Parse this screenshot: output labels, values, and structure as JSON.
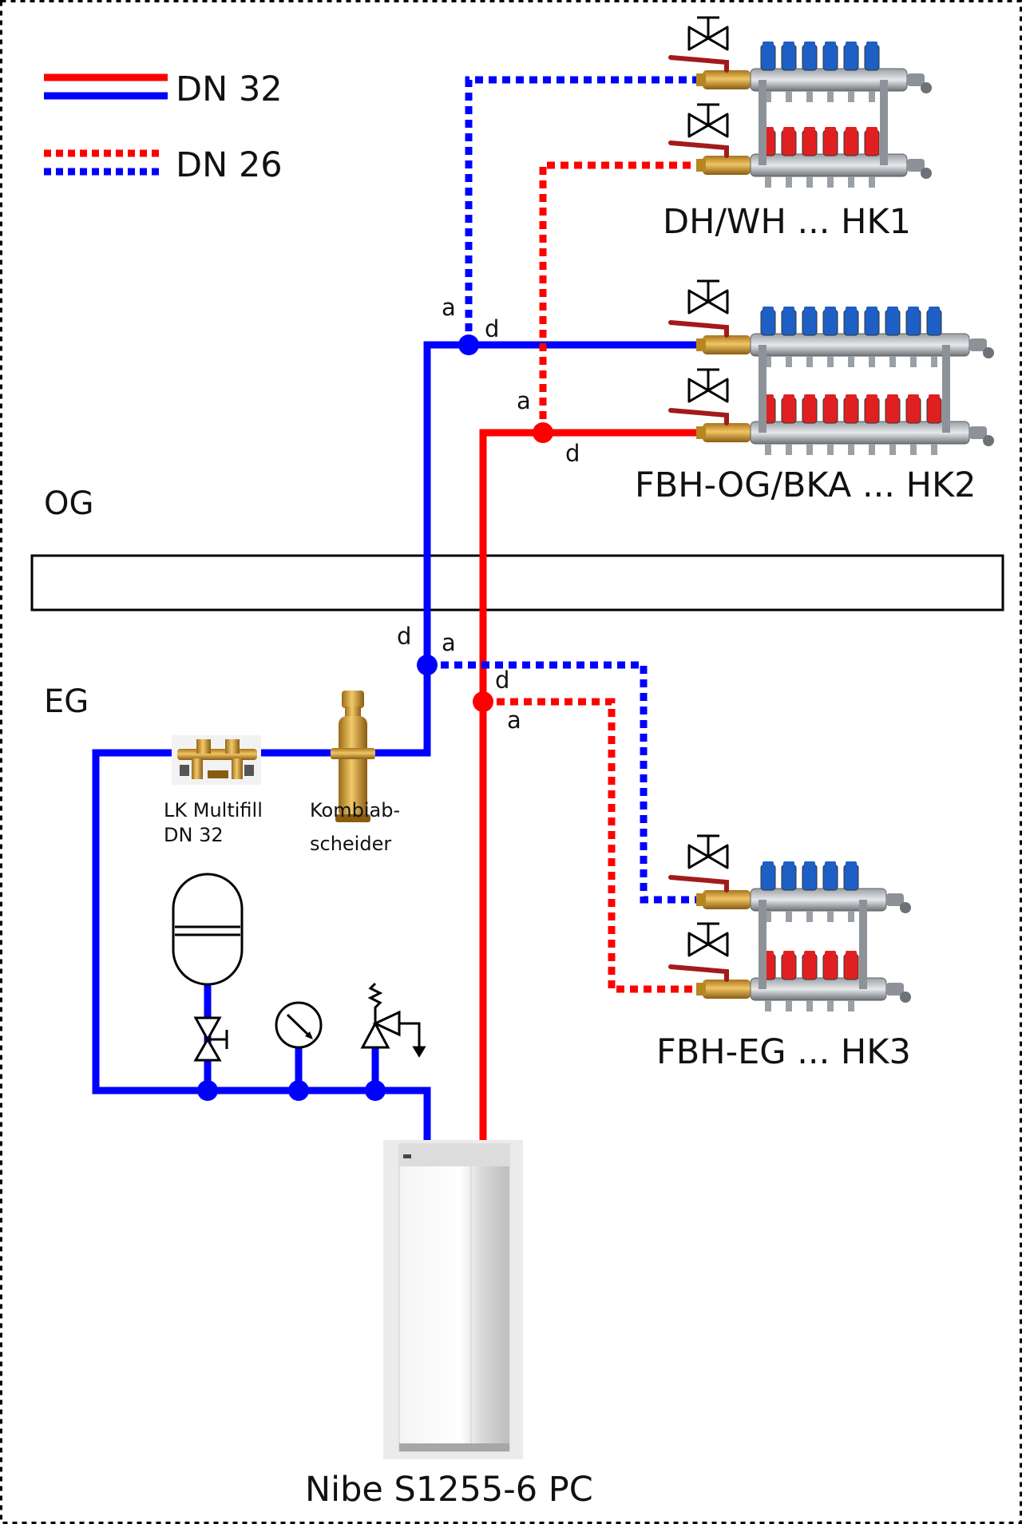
{
  "colors": {
    "supply": "#ff0000",
    "return": "#0000ff",
    "brass": "#c8952a",
    "steel": "#7a7f86"
  },
  "legend": {
    "solid": "DN 32",
    "dotted": "DN 26"
  },
  "floors": {
    "upper": "OG",
    "lower": "EG"
  },
  "circuits": {
    "hk1": "DH/WH ... HK1",
    "hk2": "FBH-OG/BKA ... HK2",
    "hk3": "FBH-EG ... HK3"
  },
  "junction_labels": {
    "a": "a",
    "d": "d"
  },
  "components": {
    "multifill_line1": "LK Multifill",
    "multifill_line2": "DN 32",
    "separator_line1": "Kombiab-",
    "separator_line2": "scheider",
    "heat_pump": "Nibe S1255-6 PC"
  }
}
